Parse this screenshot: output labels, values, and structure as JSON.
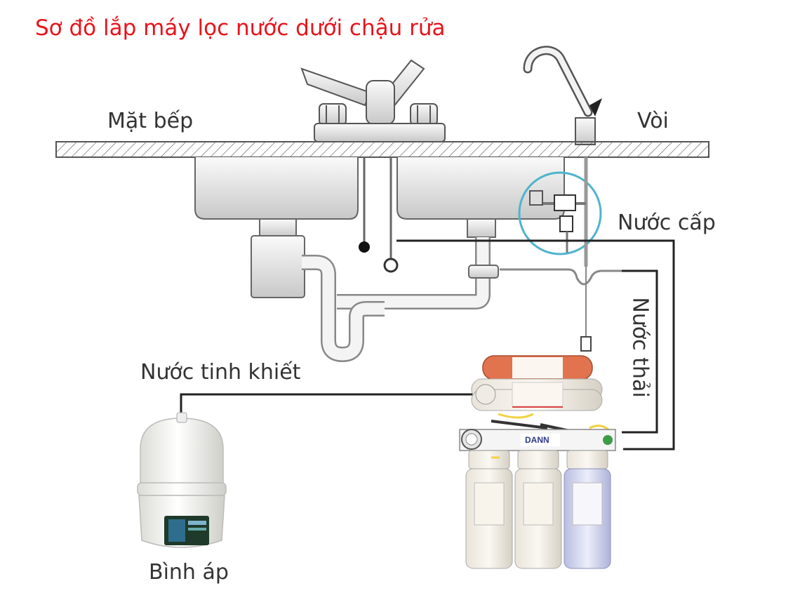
{
  "title": "Sơ đồ lắp máy lọc nước dưới chậu rửa",
  "labels": {
    "countertop": "Mặt bếp",
    "faucet": "Vòi",
    "supply_water": "Nước cấp",
    "waste_water": "Nước thải",
    "pure_water": "Nước tinh khiết",
    "pressure_tank": "Bình áp"
  },
  "brand": "DANN",
  "colors": {
    "title": "#e8141b",
    "label": "#333333",
    "line": "#222222",
    "highlight_circle": "#4fb4cc",
    "filter_orange": "#e2734f",
    "tube_yellow": "#f4d03f",
    "clear_housing": "#d7d9ee"
  }
}
